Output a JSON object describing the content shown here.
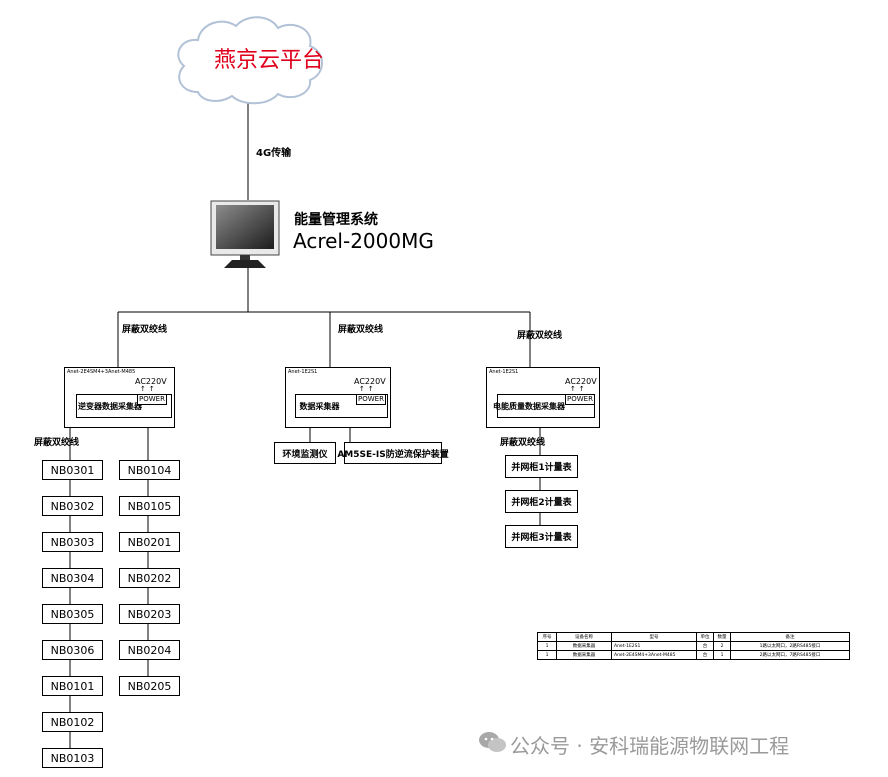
{
  "cloud": {
    "label": "燕京云平台"
  },
  "link_label": "4G传输",
  "system": {
    "name_cn": "能量管理系统",
    "name_en": "Acrel-2000MG"
  },
  "branch_labels": {
    "left": "屏蔽双绞线",
    "middle": "屏蔽双绞线",
    "right": "屏蔽双绞线"
  },
  "collectors": {
    "inverter": {
      "model": "Anet-2E4SM4+3Anet-M485",
      "power_in": "AC220V",
      "power_label": "POWER",
      "name": "逆变器数据采集器"
    },
    "data": {
      "model": "Anet-1E2S1",
      "power_in": "AC220V",
      "power_label": "POWER",
      "name": "数据采集器"
    },
    "quality": {
      "model": "Anet-1E2S1",
      "power_in": "AC220V",
      "power_label": "POWER",
      "name": "电能质量数据采集器"
    }
  },
  "sub_labels": {
    "inverter_bus": "屏蔽双绞线",
    "quality_bus": "屏蔽双绞线"
  },
  "inverters_left": [
    "NB0301",
    "NB0302",
    "NB0303",
    "NB0304",
    "NB0305",
    "NB0306",
    "NB0101",
    "NB0102",
    "NB0103"
  ],
  "inverters_right": [
    "NB0104",
    "NB0105",
    "NB0201",
    "NB0202",
    "NB0203",
    "NB0204",
    "NB0205"
  ],
  "env_devices": {
    "env_monitor": "环境监测仪",
    "anti_reverse": "AM5SE-IS防逆流保护装置"
  },
  "meters": [
    "并网柜1计量表",
    "并网柜2计量表",
    "并网柜3计量表"
  ],
  "legend": {
    "headers": [
      "序号",
      "设备名称",
      "型号",
      "单位",
      "数量",
      "备注"
    ],
    "rows": [
      [
        "1",
        "数据采集器",
        "Anet-1E2S1",
        "台",
        "2",
        "1路以太网口，2路RS485接口"
      ],
      [
        "1",
        "数据采集器",
        "Anet-2E4SM4+3Anet-M485",
        "台",
        "1",
        "2路以太网口，7路RS485接口"
      ]
    ]
  },
  "watermark": "公众号 · 安科瑞能源物联网工程"
}
